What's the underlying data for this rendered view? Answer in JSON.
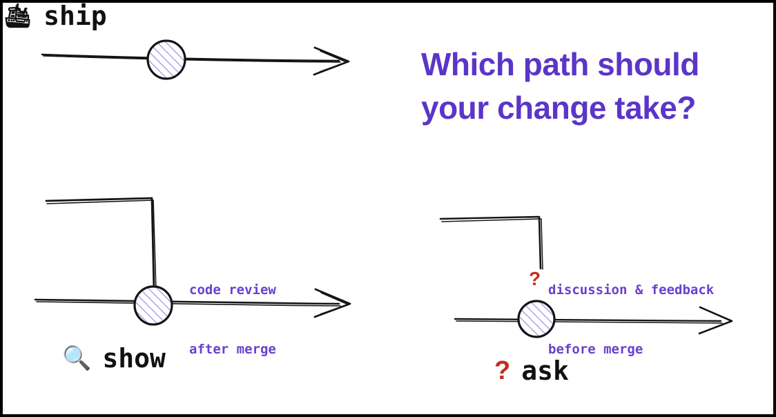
{
  "slide": {
    "background_color": "#ffffff",
    "border_color": "#000000",
    "title": "Which path should your change take?",
    "title_color": "#5B35C8"
  },
  "palette": {
    "purple": "#5B35C8",
    "annotation_purple": "#6A3FCE",
    "red": "#C42E1E",
    "line_black": "#111111",
    "hatch_blue": "#8f86e8"
  },
  "lanes": [
    {
      "id": "ship",
      "emoji": "🛳",
      "emoji_name": "passenger-ship-emoji",
      "label": "ship",
      "annotation": "",
      "has_branch": false,
      "has_question": false
    },
    {
      "id": "show",
      "emoji": "🔍",
      "emoji_name": "magnifying-glass-emoji",
      "label": "show",
      "annotation_line1": "code review",
      "annotation_line2": "after merge",
      "has_branch": true,
      "has_question": false
    },
    {
      "id": "ask",
      "emoji": "?",
      "emoji_name": "red-question-mark",
      "label": "ask",
      "annotation_line1": "discussion & feedback",
      "annotation_line2": "before merge",
      "has_branch": true,
      "has_question": true,
      "question_mark": "?"
    }
  ]
}
